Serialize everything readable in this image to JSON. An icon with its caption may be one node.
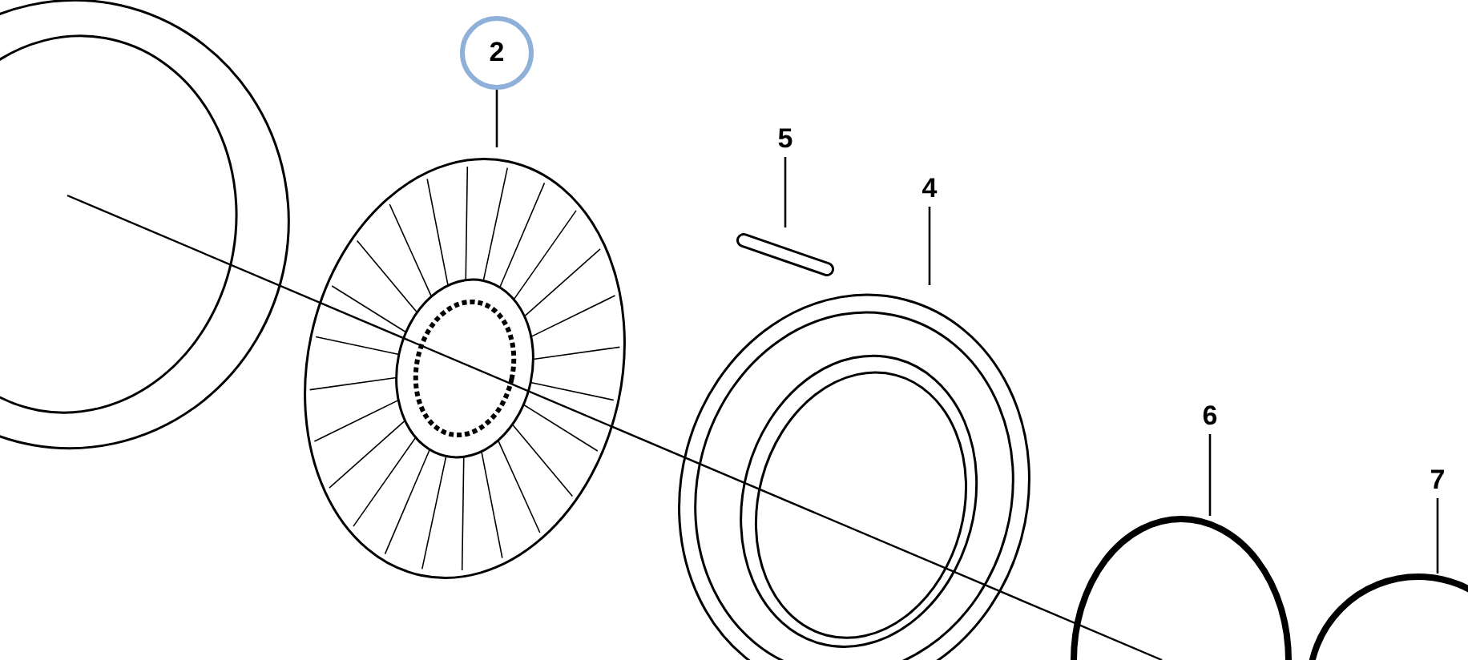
{
  "diagram": {
    "nodes": [
      {
        "text": [
          "2"
        ]
      },
      {
        "text": [],
        "shape": "picture"
      },
      {
        "text": [
          "5"
        ]
      },
      {
        "text": [],
        "shape": "picture"
      },
      {
        "text": [
          "4"
        ]
      },
      {
        "text": [],
        "shape": "picture"
      },
      {
        "text": [
          "6"
        ]
      },
      {
        "text": [],
        "shape": "circle"
      },
      {
        "text": [
          "7"
        ]
      },
      {
        "text": [],
        "shape": "circle"
      }
    ],
    "edges": [
      {
        "from": 0,
        "to": 1,
        "arrow": "none"
      },
      {
        "from": 2,
        "to": 3,
        "arrow": "none"
      },
      {
        "from": 4,
        "to": 5,
        "arrow": "none"
      },
      {
        "from": 6,
        "to": 7,
        "arrow": "none"
      },
      {
        "from": 8,
        "to": 9,
        "arrow": "none"
      }
    ]
  }
}
